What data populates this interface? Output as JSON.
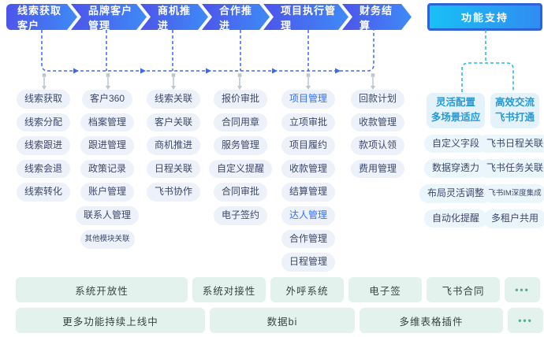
{
  "flow": {
    "steps": [
      "线索获取客户",
      "品牌客户管理",
      "商机推进",
      "合作推进",
      "项目执行管理",
      "财务结算"
    ],
    "support_label": "功能支持"
  },
  "columns": [
    {
      "items": [
        {
          "label": "线索获取"
        },
        {
          "label": "线索分配"
        },
        {
          "label": "线索跟进"
        },
        {
          "label": "线索会退"
        },
        {
          "label": "线索转化"
        }
      ]
    },
    {
      "items": [
        {
          "label": "客户360"
        },
        {
          "label": "档案管理"
        },
        {
          "label": "跟进管理"
        },
        {
          "label": "政策记录"
        },
        {
          "label": "账户管理"
        },
        {
          "label": "联系人管理"
        },
        {
          "label": "其他模块关联",
          "small": true
        }
      ]
    },
    {
      "items": [
        {
          "label": "线索关联"
        },
        {
          "label": "客户关联"
        },
        {
          "label": "商机推进"
        },
        {
          "label": "日程关联"
        },
        {
          "label": "飞书协作"
        }
      ]
    },
    {
      "items": [
        {
          "label": "报价审批"
        },
        {
          "label": "合同用章"
        },
        {
          "label": "服务管理"
        },
        {
          "label": "自定义提醒"
        },
        {
          "label": "合同审批"
        },
        {
          "label": "电子签约"
        }
      ]
    },
    {
      "items": [
        {
          "label": "项目管理",
          "highlight": true
        },
        {
          "label": "立项审批"
        },
        {
          "label": "项目履约"
        },
        {
          "label": "收款管理"
        },
        {
          "label": "结算管理"
        },
        {
          "label": "达人管理",
          "highlight": true
        },
        {
          "label": "合作管理"
        },
        {
          "label": "日程管理"
        }
      ]
    },
    {
      "items": [
        {
          "label": "回款计划"
        },
        {
          "label": "收款管理"
        },
        {
          "label": "款项认领"
        },
        {
          "label": "费用管理"
        }
      ]
    }
  ],
  "support": {
    "groups": [
      {
        "title_lines": [
          "灵活配置",
          "多场景适应"
        ],
        "items": [
          {
            "label": "自定义字段"
          },
          {
            "label": "数据穿透力"
          },
          {
            "label": "布局灵活调整"
          },
          {
            "label": "自动化提醒"
          }
        ]
      },
      {
        "title_lines": [
          "高效交流",
          "飞书打通"
        ],
        "items": [
          {
            "label": "飞书日程关联"
          },
          {
            "label": "飞书任务关联"
          },
          {
            "label": "飞书IM深度集成",
            "small": true
          },
          {
            "label": "多租户共用"
          }
        ]
      }
    ]
  },
  "bottom": {
    "row1": [
      {
        "label": "系统开放性"
      },
      {
        "label": "系统对接性"
      },
      {
        "label": "外呼系统"
      },
      {
        "label": "电子签"
      },
      {
        "label": "飞书合同"
      },
      {
        "label": "•••",
        "dots": true
      }
    ],
    "row2": [
      {
        "label": "更多功能持续上线中"
      },
      {
        "label": "数据bi"
      },
      {
        "label": "多维表格插件"
      },
      {
        "label": "•••",
        "dots": true
      }
    ]
  },
  "colors": {
    "flow_gradient_start": "#4d54ea",
    "flow_gradient_end": "#3e8bf7",
    "support_border_blue": "#2e62d9",
    "support_gradient_start": "#19c0f4",
    "support_gradient_end": "#2f8cf2",
    "connector_blue": "#3a6af5",
    "connector_cyan": "#25b1ea",
    "pointer_gray": "#bcc5d2",
    "pill_bg": "#edf1f9",
    "pill_text": "#3d486b",
    "highlight_blue": "#3370ff",
    "support_pill_bg": "#eaf5fc",
    "support_title_cyan": "#2599d6",
    "bottom_bg": "#e3f2ec",
    "dots_green": "#5cab91"
  }
}
